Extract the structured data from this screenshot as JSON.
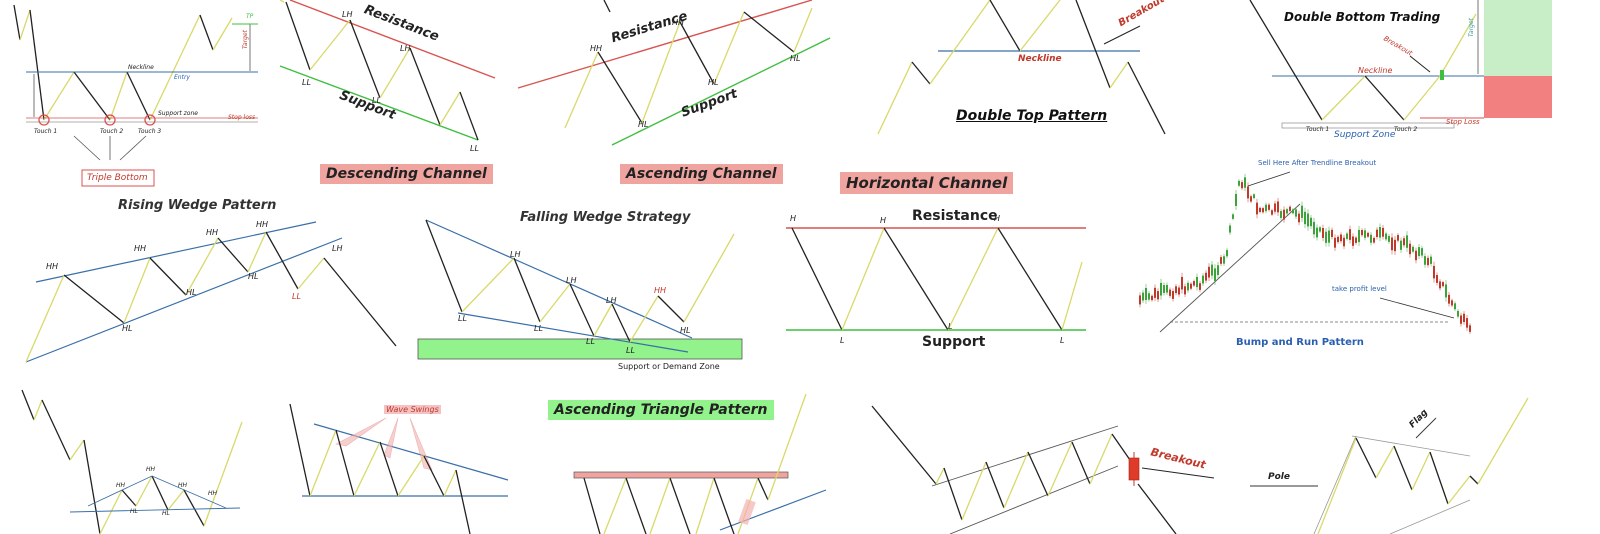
{
  "diagram": {
    "colors": {
      "up_leg": "#d9d96a",
      "down_leg": "#222222",
      "resistance": "#d9534f",
      "support": "#3fbf3f",
      "trend": "#3a6fa8",
      "zone_green": "#92f28c",
      "zone_red": "#f0a4a0"
    },
    "panels": {
      "triple_bottom": {
        "title": "Triple Bottom",
        "neckline": "Neckline",
        "entry": "Entry",
        "support_zone": "Support zone",
        "stop_loss": "Stop loss",
        "target": "Target",
        "tp": "TP",
        "touch1": "Touch 1",
        "touch2": "Touch 2",
        "touch3": "Touch 3"
      },
      "descending_channel": {
        "title": "Descending Channel",
        "resistance": "Resistance",
        "support": "Support",
        "lh": "LH",
        "ll": "LL"
      },
      "ascending_channel": {
        "title": "Ascending Channel",
        "resistance": "Resistance",
        "support": "Support",
        "hh": "HH",
        "hl": "HL"
      },
      "double_top": {
        "title": "Double Top Pattern",
        "neckline": "Neckline",
        "breakout": "Breakout"
      },
      "double_bottom": {
        "title": "Double Bottom Trading",
        "neckline": "Neckline",
        "breakout": "Breakout",
        "support_zone": "Support Zone",
        "touch1": "Touch 1",
        "touch2": "Touch 2",
        "stop_loss": "Stop Loss",
        "target": "Target"
      },
      "horizontal_channel": {
        "title": "Horizontal Channel",
        "resistance": "Resistance",
        "support": "Support",
        "h": "H",
        "l": "L"
      },
      "rising_wedge": {
        "title": "Rising Wedge Pattern",
        "hh": "HH",
        "hl": "HL",
        "lh": "LH",
        "ll": "LL"
      },
      "falling_wedge": {
        "title": "Falling Wedge Strategy",
        "lh": "LH",
        "ll": "LL",
        "hh": "HH",
        "hl": "HL",
        "zone": "Support or Demand Zone"
      },
      "bump_and_run": {
        "title": "Bump and Run Pattern",
        "sell_note": "Sell Here After Trendline Breakout",
        "tp_note": "take profit level"
      },
      "inverse_hs": {
        "hh": "HH",
        "hl": "HL"
      },
      "wave_swings": {
        "title": "Wave Swings"
      },
      "ascending_triangle": {
        "title": "Ascending Triangle Pattern"
      },
      "channel_breakout": {
        "breakout": "Breakout"
      },
      "flag": {
        "flag": "Flag",
        "pole": "Pole"
      }
    }
  }
}
